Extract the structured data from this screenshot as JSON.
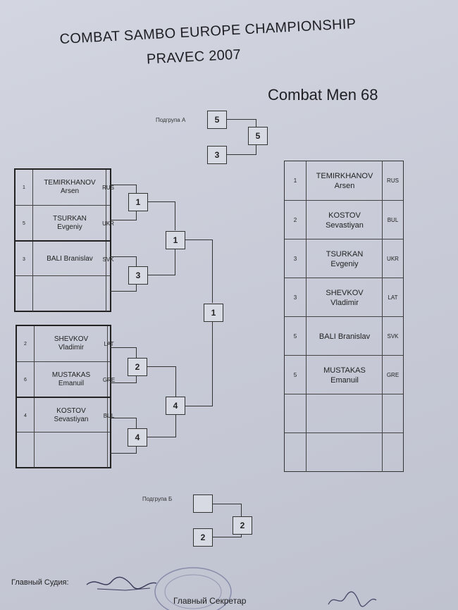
{
  "header": {
    "title_line1": "COMBAT SAMBO EUROPE CHAMPIONSHIP",
    "title_line2": "PRAVEC 2007",
    "category": "Combat Men 68"
  },
  "subgroup_a": {
    "label": "Подгрупа А",
    "top": "5",
    "bottom": "3",
    "winner": "5"
  },
  "pool1": [
    {
      "seed": "1",
      "name1": "TEMIRKHANOV",
      "name2": "Arsen",
      "country": "RUS"
    },
    {
      "seed": "5",
      "name1": "TSURKAN",
      "name2": "Evgeniy",
      "country": "UKR"
    },
    {
      "seed": "3",
      "name1": "BALI Branislav",
      "name2": "",
      "country": "SVK"
    },
    {
      "seed": "",
      "name1": "",
      "name2": "",
      "country": ""
    }
  ],
  "pool2": [
    {
      "seed": "2",
      "name1": "SHEVKOV",
      "name2": "Vladimir",
      "country": "LAT"
    },
    {
      "seed": "6",
      "name1": "MUSTAKAS",
      "name2": "Emanuil",
      "country": "GRE"
    },
    {
      "seed": "4",
      "name1": "KOSTOV",
      "name2": "Sevastiyan",
      "country": "BUL"
    },
    {
      "seed": "",
      "name1": "",
      "name2": "",
      "country": ""
    }
  ],
  "bracket": {
    "r1_a": "1",
    "r1_b": "3",
    "r1_c": "2",
    "r1_d": "4",
    "r2_top": "1",
    "r2_bottom": "4",
    "final": "1"
  },
  "results": [
    {
      "place": "1",
      "name1": "TEMIRKHANOV",
      "name2": "Arsen",
      "country": "RUS"
    },
    {
      "place": "2",
      "name1": "KOSTOV",
      "name2": "Sevastiyan",
      "country": "BUL"
    },
    {
      "place": "3",
      "name1": "TSURKAN",
      "name2": "Evgeniy",
      "country": "UKR"
    },
    {
      "place": "3",
      "name1": "SHEVKOV",
      "name2": "Vladimir",
      "country": "LAT"
    },
    {
      "place": "5",
      "name1": "BALI Branislav",
      "name2": "",
      "country": "SVK"
    },
    {
      "place": "5",
      "name1": "MUSTAKAS",
      "name2": "Emanuil",
      "country": "GRE"
    },
    {
      "place": "",
      "name1": "",
      "name2": "",
      "country": ""
    },
    {
      "place": "",
      "name1": "",
      "name2": "",
      "country": ""
    }
  ],
  "subgroup_b": {
    "label": "Подгрупа Б",
    "top": "",
    "bottom": "2",
    "winner": "2"
  },
  "footer": {
    "chief_judge": "Главный Судия:",
    "chief_secretary": "Главный Секретар"
  }
}
